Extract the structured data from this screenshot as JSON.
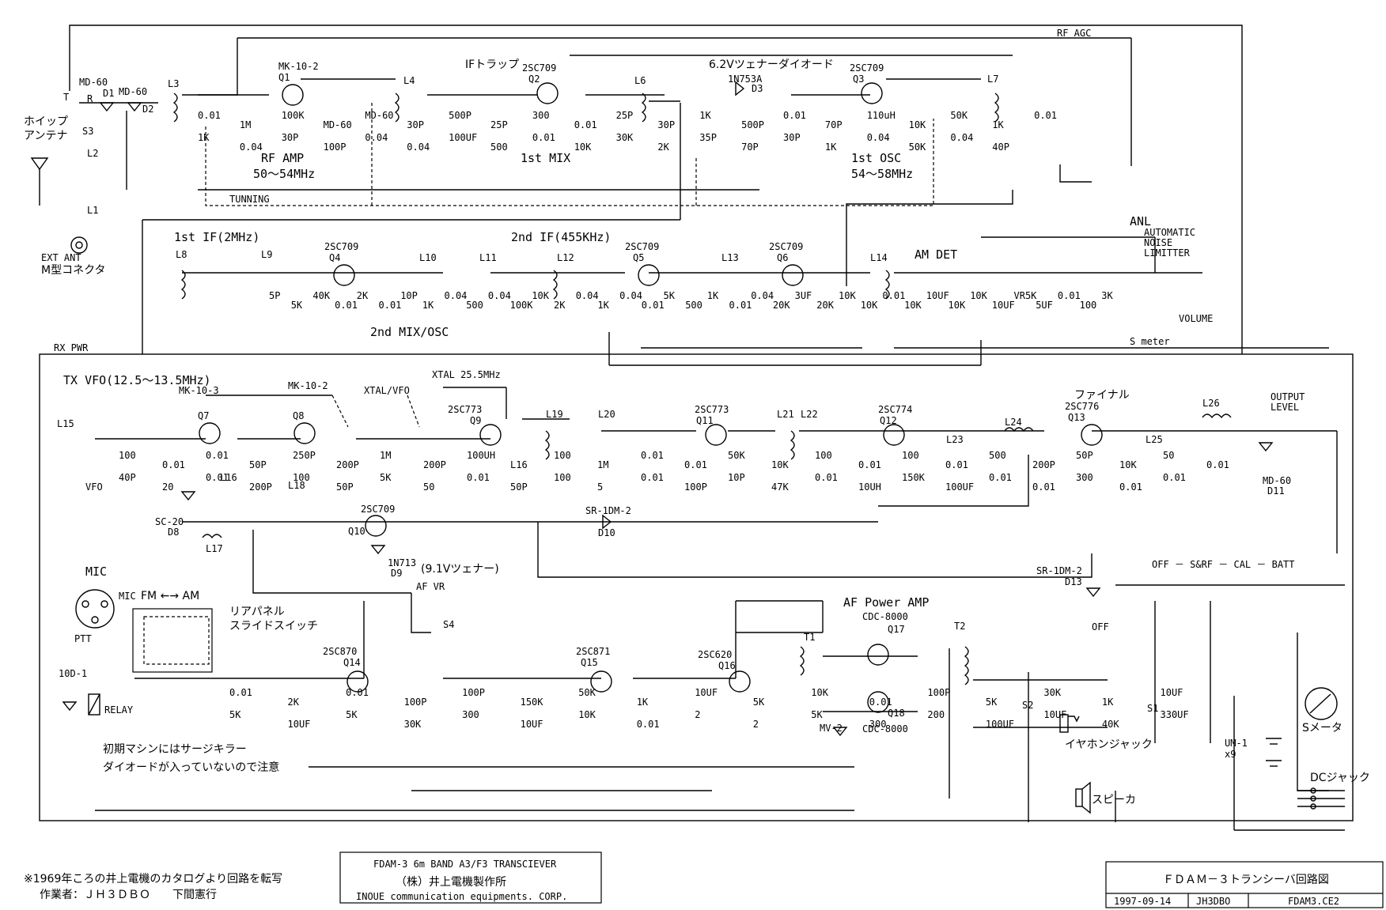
{
  "sections": {
    "rf_agc": "RF AGC",
    "if_trap": "IFトラップ",
    "zener_62": "6.2Vツェナーダイオード",
    "rf_amp": "RF AMP",
    "rf_amp_freq": "50～54MHz",
    "first_mix": "1st MIX",
    "first_osc": "1st OSC",
    "first_osc_freq": "54～58MHz",
    "tunning": "TUNNING",
    "first_if": "1st IF(2MHz)",
    "second_if": "2nd IF(455KHz)",
    "second_mix": "2nd MIX/OSC",
    "am_det": "AM DET",
    "anl": "ANL",
    "anl_desc": [
      "AUTOMATIC",
      "NOISE",
      "LIMITTER"
    ],
    "volume": "VOLUME",
    "rx_pwr": "RX PWR",
    "s_meter_line": "S meter",
    "tx_vfo": "TX VFO(12.5～13.5MHz)",
    "xtal": "XTAL 25.5MHz",
    "xtal_vfo": "XTAL/VFO",
    "final": "ファイナル",
    "output_level": [
      "OUTPUT",
      "LEVEL"
    ],
    "zener_91": "(9.1Vツェナー)",
    "af_vr": "AF VR",
    "mic": "MIC",
    "mic_pin": "MIC",
    "ptt": "PTT",
    "fm_am": "FM ←→ AM",
    "rear_switch": [
      "リアパネル",
      "スライドスイッチ"
    ],
    "relay": "RELAY",
    "af_power_amp": "AF Power AMP",
    "meter_switch": "OFF － S&RF － CAL － BATT",
    "s_meter": "Sメータ",
    "earphone": "イヤホンジャック",
    "speaker": "スピーカ",
    "dc_jack": "DCジャック",
    "whip": [
      "ホイップ",
      "アンテナ"
    ],
    "ext_ant": [
      "EXT ANT",
      "M型コネクタ"
    ],
    "vfo": "VFO",
    "um1": [
      "UM-1",
      "x9"
    ],
    "note": [
      "初期マシンにはサージキラー",
      "ダイオードが入っていないので注意"
    ]
  },
  "transistors": [
    {
      "ref": "Q1",
      "type": "MK-10-2"
    },
    {
      "ref": "Q2",
      "type": "2SC709"
    },
    {
      "ref": "Q3",
      "type": "2SC709"
    },
    {
      "ref": "Q4",
      "type": "2SC709"
    },
    {
      "ref": "Q5",
      "type": "2SC709"
    },
    {
      "ref": "Q6",
      "type": "2SC709"
    },
    {
      "ref": "Q7",
      "type": "MK-10-3"
    },
    {
      "ref": "Q8",
      "type": "MK-10-2"
    },
    {
      "ref": "Q9",
      "type": "2SC773"
    },
    {
      "ref": "Q10",
      "type": "2SC709"
    },
    {
      "ref": "Q11",
      "type": "2SC773"
    },
    {
      "ref": "Q12",
      "type": "2SC774"
    },
    {
      "ref": "Q13",
      "type": "2SC776"
    },
    {
      "ref": "Q14",
      "type": "2SC870"
    },
    {
      "ref": "Q15",
      "type": "2SC871"
    },
    {
      "ref": "Q16",
      "type": "2SC620"
    },
    {
      "ref": "Q17",
      "type": "CDC-8000"
    },
    {
      "ref": "Q18",
      "type": "CDC-8000"
    }
  ],
  "diodes": [
    {
      "ref": "D1",
      "type": "MD-60"
    },
    {
      "ref": "D2",
      "type": "MD-60"
    },
    {
      "ref": "D3",
      "type": "1N753A"
    },
    {
      "ref": "D8",
      "type": "SC-20"
    },
    {
      "ref": "D9",
      "type": "1N713"
    },
    {
      "ref": "D10",
      "type": "SR-1DM-2"
    },
    {
      "ref": "D11",
      "type": "MD-60"
    },
    {
      "ref": "D13",
      "type": "SR-1DM-2"
    },
    {
      "ref": "",
      "type": "10D-1"
    },
    {
      "ref": "",
      "type": "MV-2"
    }
  ],
  "coils": [
    "L1",
    "L2",
    "L3",
    "L4",
    "L6",
    "L7",
    "L8",
    "L9",
    "L10",
    "L11",
    "L12",
    "L13",
    "L14",
    "L15",
    "L16",
    "L17",
    "L18",
    "L19",
    "L20",
    "L21",
    "L22",
    "L23",
    "L24",
    "L25",
    "L26",
    "T1",
    "T2"
  ],
  "switches": [
    "S1",
    "S2",
    "S3",
    "S4",
    "T",
    "R",
    "OFF"
  ],
  "values_rx_front": [
    "0.01",
    "1M",
    "100K",
    "MD-60",
    "MD-60",
    "30P",
    "500P",
    "25P",
    "300",
    "0.01",
    "25P",
    "30P",
    "1K",
    "500P",
    "0.01",
    "70P",
    "110uH",
    "10K",
    "50K",
    "1K",
    "0.01",
    "1K",
    "0.04",
    "30P",
    "100P",
    "0.04",
    "0.04",
    "100UF",
    "500",
    "0.01",
    "10K",
    "30K",
    "2K",
    "35P",
    "70P",
    "30P",
    "1K",
    "0.04",
    "50K",
    "0.04",
    "40P"
  ],
  "values_if": [
    "5P",
    "5K",
    "40K",
    "0.01",
    "2K",
    "0.01",
    "10P",
    "1K",
    "0.04",
    "500",
    "0.04",
    "100K",
    "10K",
    "2K",
    "0.04",
    "1K",
    "0.04",
    "0.01",
    "5K",
    "500",
    "1K",
    "0.01",
    "0.04",
    "20K",
    "3UF",
    "20K",
    "10K",
    "10K",
    "0.01",
    "10K",
    "10UF",
    "10K",
    "10K",
    "10UF",
    "VR5K",
    "5UF",
    "0.01",
    "100",
    "3K"
  ],
  "values_tx": [
    "100",
    "0.01",
    "0.01",
    "50P",
    "250P",
    "200P",
    "1M",
    "200P",
    "100UH",
    "L16",
    "100",
    "1M",
    "0.01",
    "0.01",
    "50K",
    "10K",
    "100",
    "0.01",
    "100",
    "0.01",
    "500",
    "200P",
    "50P",
    "10K",
    "50",
    "0.01",
    "40P",
    "20",
    "0.01",
    "200P",
    "100",
    "50P",
    "5K",
    "50",
    "0.01",
    "50P",
    "100",
    "5",
    "0.01",
    "100P",
    "10P",
    "47K",
    "0.01",
    "10UH",
    "150K",
    "100UF",
    "0.01",
    "0.01",
    "300",
    "0.01",
    "0.01"
  ],
  "values_af": [
    "0.01",
    "2K",
    "0.01",
    "100P",
    "100P",
    "150K",
    "50K",
    "1K",
    "10UF",
    "5K",
    "10K",
    "0.01",
    "100P",
    "5K",
    "30K",
    "1K",
    "10UF",
    "5K",
    "10UF",
    "5K",
    "30K",
    "300",
    "10UF",
    "10K",
    "0.01",
    "2",
    "2",
    "5K",
    "300",
    "200",
    "100UF",
    "10UF",
    "40K",
    "330UF"
  ],
  "footer": {
    "source_line": "※1969年ころの井上電機のカタログより回路を転写",
    "author_line": "作業者：ＪＨ３ＤＢＯ　　下間憲行",
    "product": "FDAM-3 6m BAND A3/F3 TRANSCIEVER",
    "company_jp": "（株）井上電機製作所",
    "company_en": "INOUE communication equipments. CORP.",
    "title": "ＦＤＡＭ－３トランシーバ回路図",
    "date": "1997-09-14",
    "author": "JH3DBO",
    "file": "FDAM3.CE2"
  }
}
